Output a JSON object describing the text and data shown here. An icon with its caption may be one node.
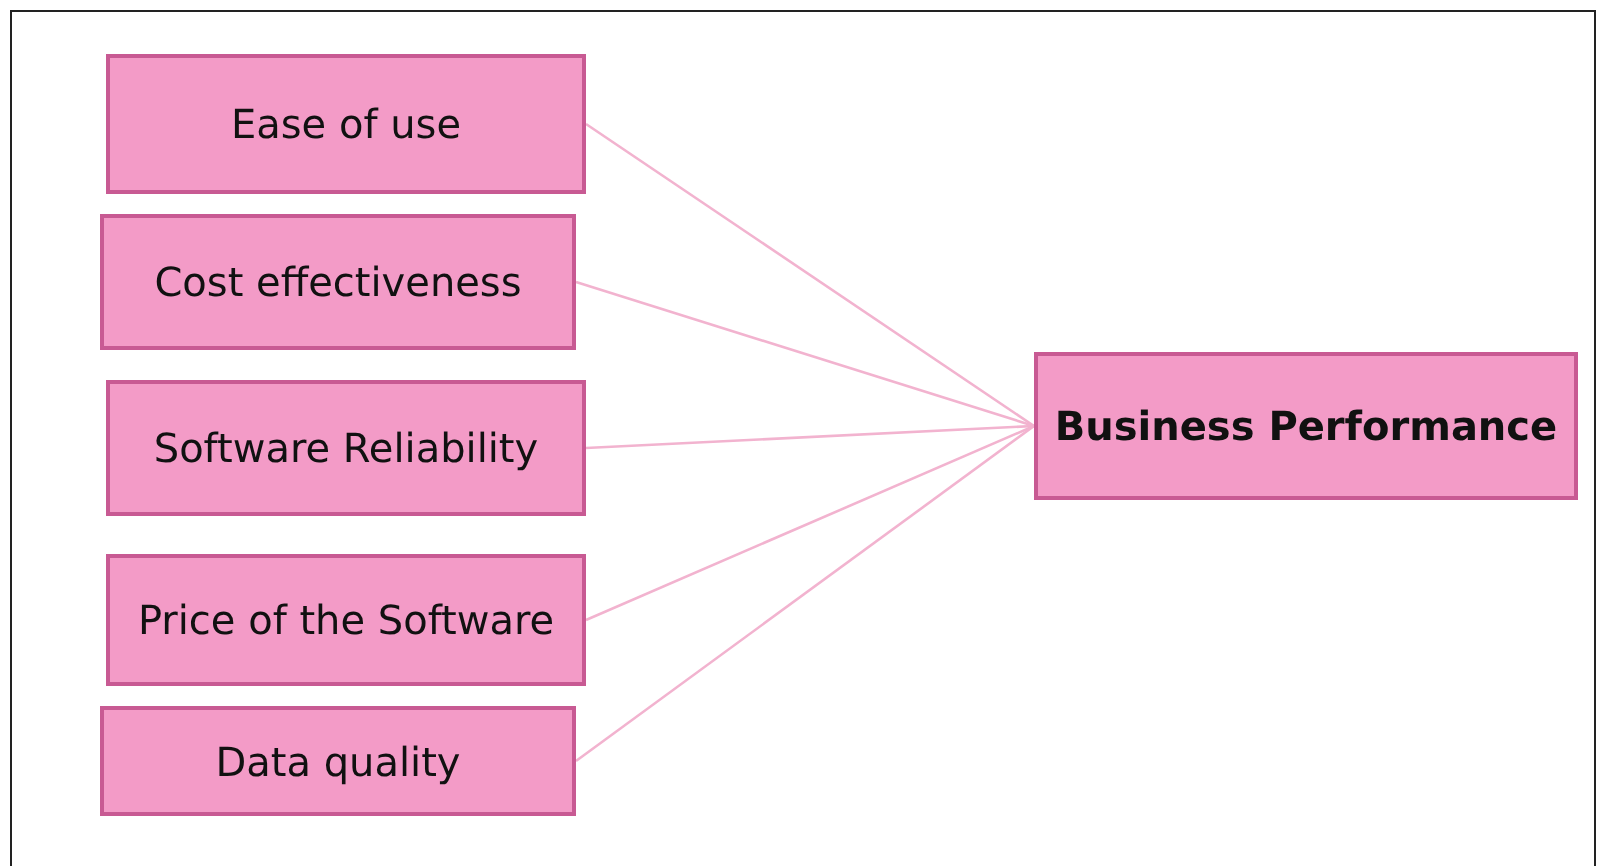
{
  "diagram": {
    "nodes": [
      {
        "text": [
          "Ease of use"
        ]
      },
      {
        "text": [
          "Cost effectiveness"
        ]
      },
      {
        "text": [
          "Software Reliability"
        ]
      },
      {
        "text": [
          "Price of the Software"
        ]
      },
      {
        "text": [
          "Data quality"
        ]
      },
      {
        "text": [
          "Business Performance"
        ]
      }
    ],
    "edges": [
      {
        "from": 0,
        "to": 5,
        "arrow": "none"
      },
      {
        "from": 1,
        "to": 5,
        "arrow": "none"
      },
      {
        "from": 2,
        "to": 5,
        "arrow": "none"
      },
      {
        "from": 3,
        "to": 5,
        "arrow": "none"
      },
      {
        "from": 4,
        "to": 5,
        "arrow": "none"
      }
    ]
  }
}
